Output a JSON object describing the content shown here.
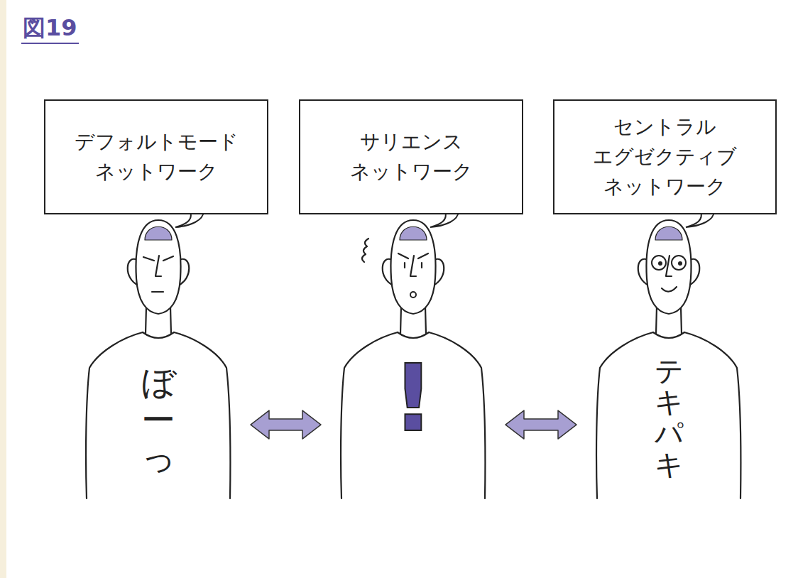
{
  "diagram": {
    "title": "図19",
    "nodes": [
      {
        "text": [
          "デフォルトモード ネットワーク"
        ]
      },
      {
        "text": [
          "サリエンス ネットワーク"
        ]
      },
      {
        "text": [
          "セントラル エグゼクティブ ネットワーク"
        ]
      },
      {
        "text": [
          "ぼーっ"
        ]
      },
      {
        "text": [
          "!"
        ]
      },
      {
        "text": [
          "テキパキ"
        ]
      }
    ],
    "edges": [
      {
        "from": 3,
        "to": 4,
        "arrow": "both"
      },
      {
        "from": 4,
        "to": 5,
        "arrow": "both"
      }
    ]
  }
}
